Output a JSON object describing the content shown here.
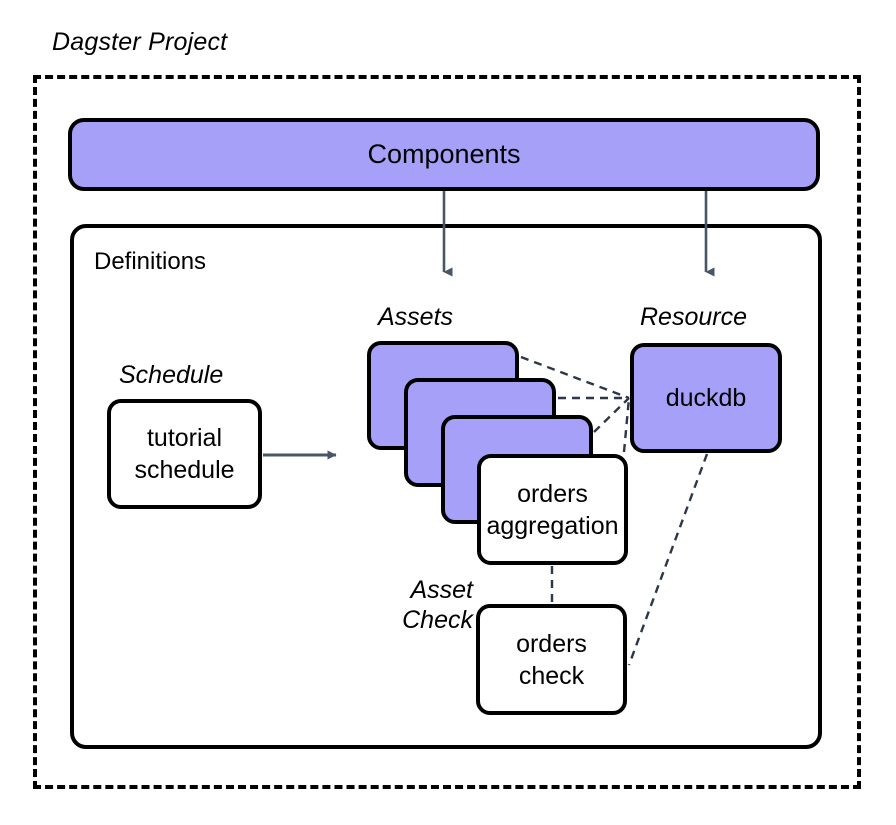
{
  "diagram": {
    "title": "Dagster Project",
    "type": "architecture-diagram"
  },
  "project_frame": {
    "label": "Dagster Project",
    "border_style": "dashed",
    "border_color": "#000000"
  },
  "components": {
    "label": "Components",
    "fill": "#a7a0f8"
  },
  "definitions": {
    "label": "Definitions",
    "fill": "#ffffff"
  },
  "groups": {
    "assets_label": "Assets",
    "resource_label": "Resource",
    "schedule_label": "Schedule",
    "asset_check_label": "Asset\nCheck"
  },
  "nodes": {
    "asset_stack_count": 3,
    "orders_aggregation": "orders\naggregation",
    "orders_check": "orders\ncheck",
    "duckdb": "duckdb",
    "tutorial_schedule": "tutorial\nschedule"
  },
  "colors": {
    "purple_fill": "#a7a0f8",
    "white_fill": "#ffffff",
    "stroke": "#000000",
    "arrow_gray": "#4a5568",
    "dashed_link": "#2d3748"
  },
  "edges": [
    {
      "from": "components",
      "to": "assets",
      "style": "solid-arrow"
    },
    {
      "from": "components",
      "to": "resource",
      "style": "solid-arrow"
    },
    {
      "from": "tutorial-schedule",
      "to": "assets",
      "style": "solid-arrow"
    },
    {
      "from": "assets",
      "to": "duckdb",
      "style": "dashed"
    },
    {
      "from": "orders-aggregation",
      "to": "orders-check",
      "style": "dashed"
    },
    {
      "from": "duckdb",
      "to": "orders-check",
      "style": "dashed"
    }
  ]
}
